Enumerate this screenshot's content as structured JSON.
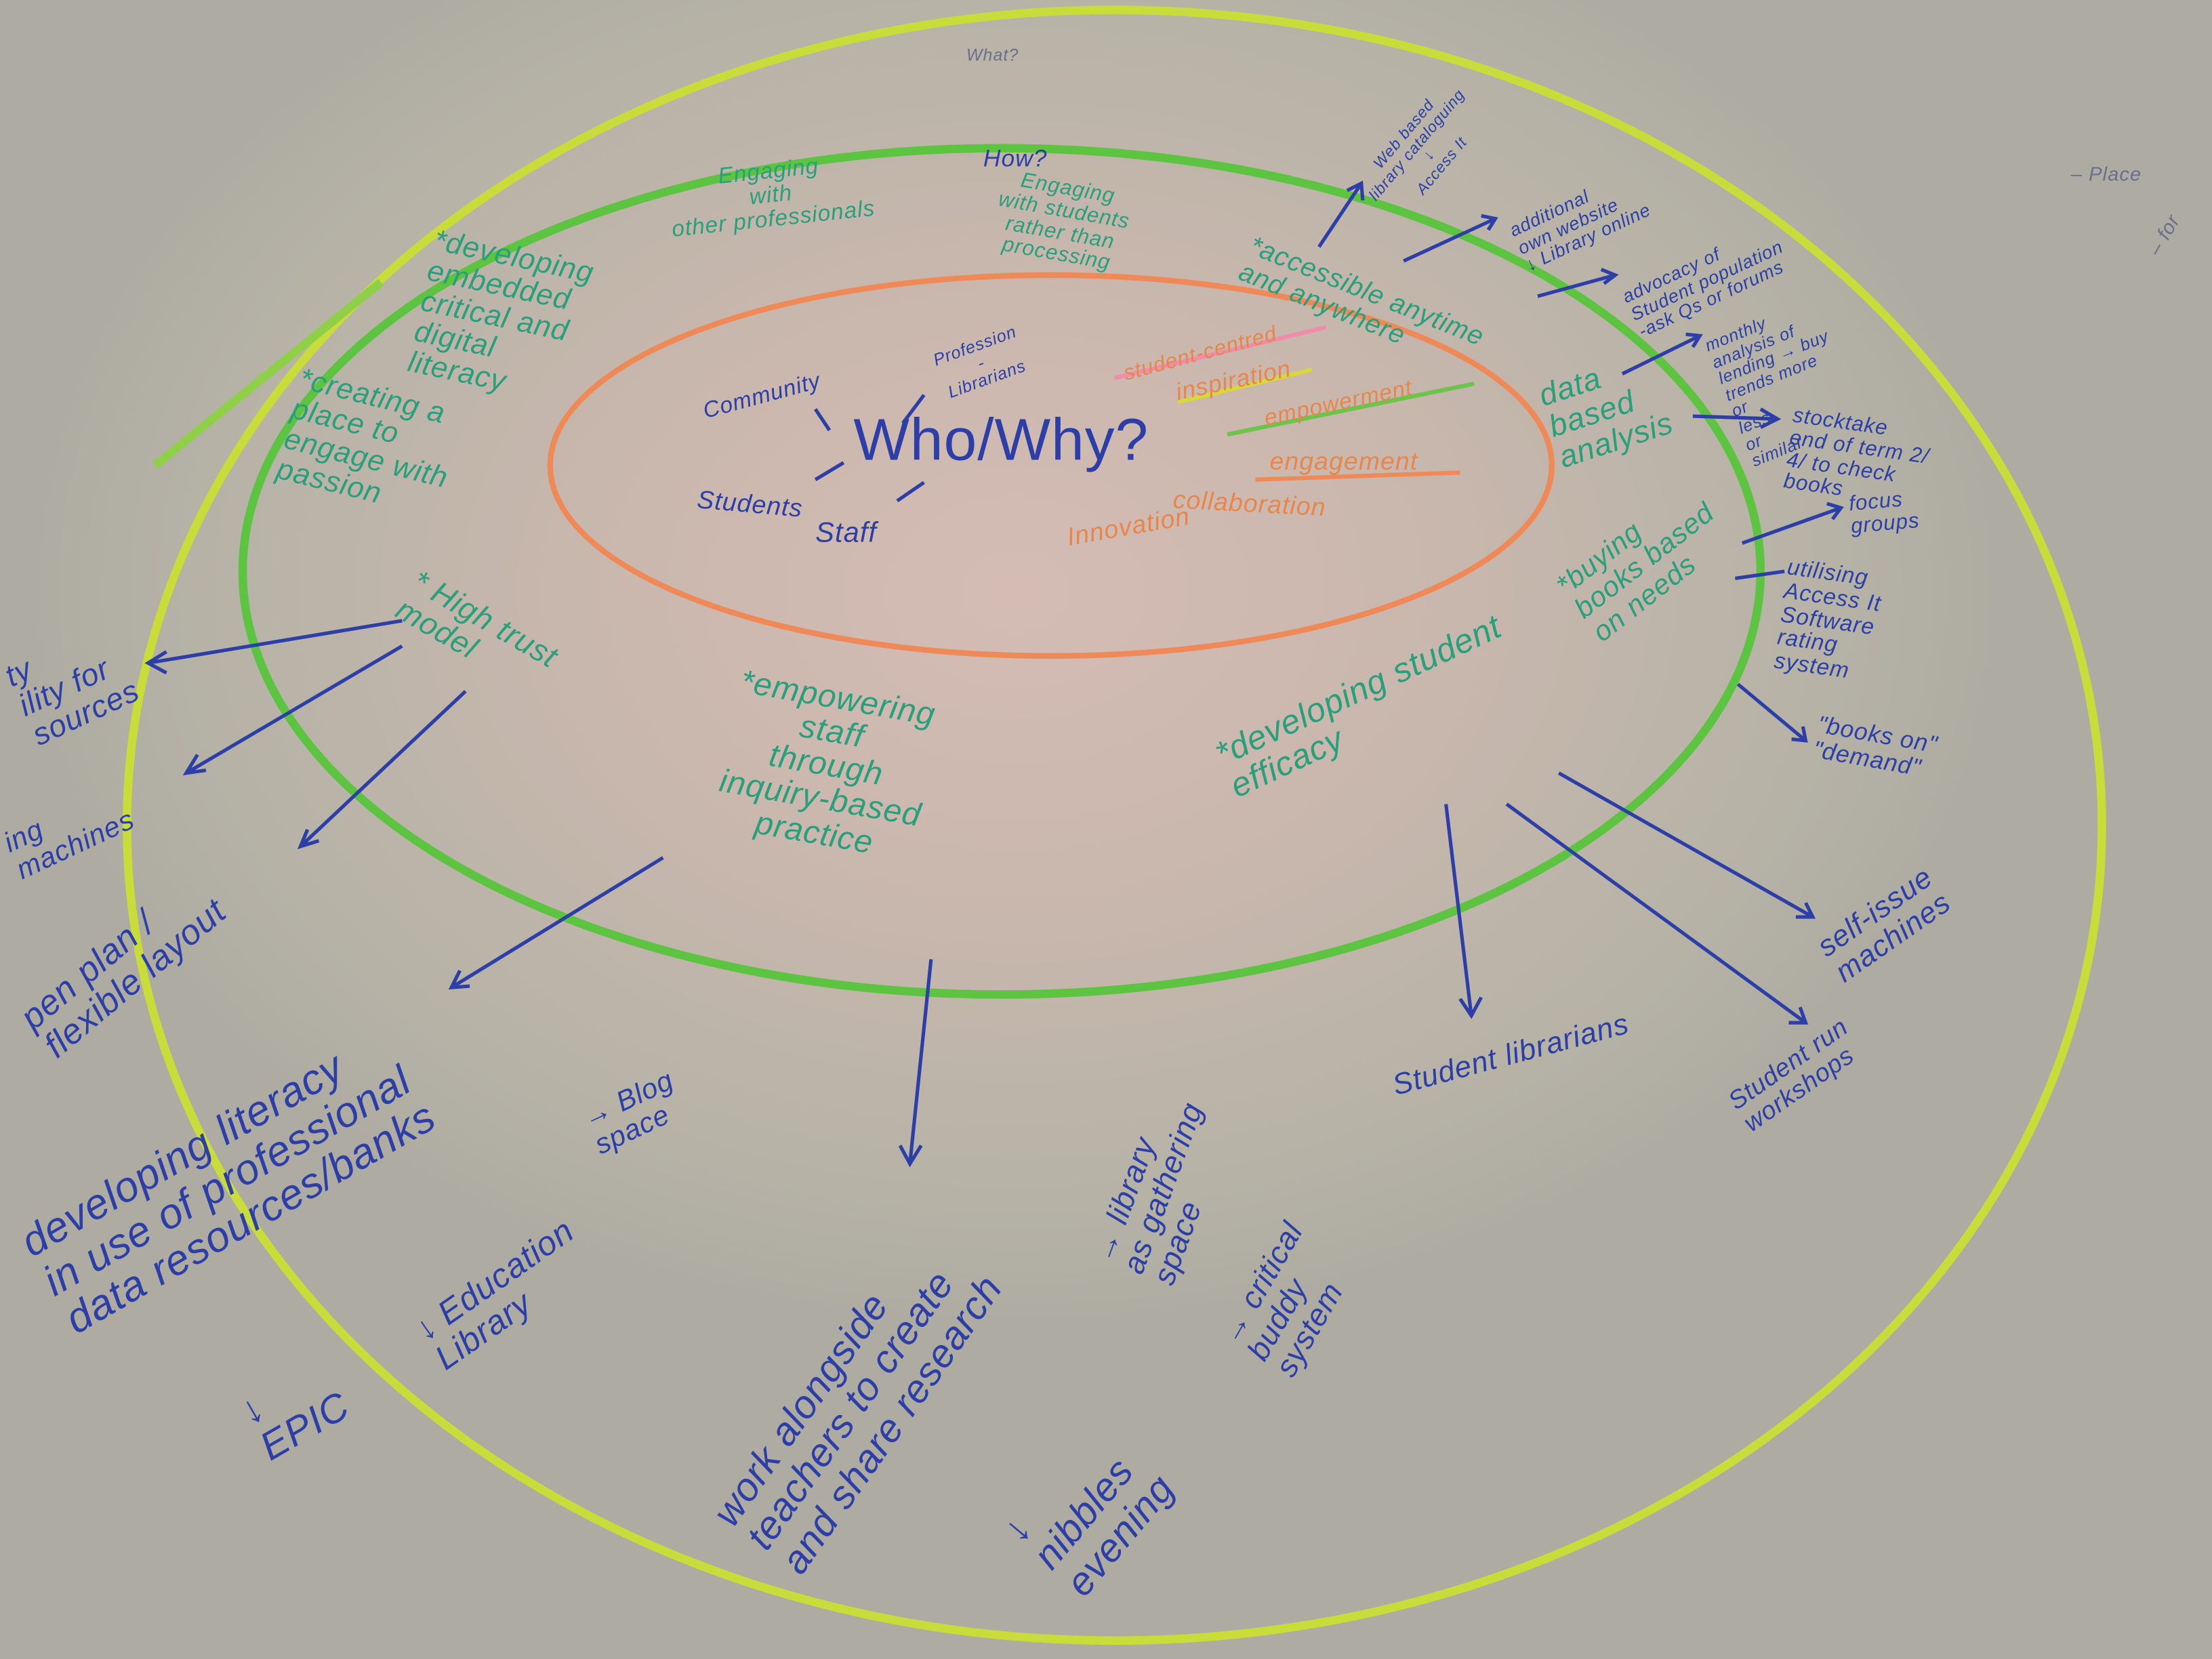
{
  "colors": {
    "paper": "#b5b1a5",
    "blue_ink": "#2d3fa6",
    "teal_ink": "#2a9f7c",
    "orange_ink": "#e8864c",
    "green_ring": "#5cc440",
    "yellow_ring": "#c8dc3a"
  },
  "top": {
    "what": "What?",
    "place": "– Place",
    "for": "– for"
  },
  "how": {
    "title": "How?",
    "engaging_professionals": "Engaging\nwith\nother professionals",
    "engaging_students": "Engaging\nwith students\nrather than\nprocessing",
    "critical_literacy": "*developing\nembedded\ncritical and\ndigital\nliteracy",
    "place_passion": "*creating a\nplace to\nengage with\npassion",
    "accessible": "*accessible anytime\nand anywhere",
    "data_analysis": "data\nbased\nanalysis",
    "buying_books": "*buying\nbooks based\non needs",
    "student_efficacy": "*developing student\nefficacy",
    "empowering_staff": "*empowering\nstaff\nthrough\ninquiry-based\npractice",
    "high_trust": "* High trust\nmodel"
  },
  "who": {
    "title": "Who/Why?",
    "community": "Community",
    "profession": "Profession\n-\nLibrarians",
    "students": "Students",
    "staff": "Staff"
  },
  "values": {
    "student_centred": "student-centred",
    "inspiration": "inspiration",
    "empowerment": "empowerment",
    "engagement": "engagement",
    "innovation": "Innovation",
    "collaboration": "collaboration"
  },
  "what": {
    "web_catalogue": "Web based\nlibrary cataloguing\n↓\nAccess It",
    "website": "additional\nown website\n↓ Library online",
    "advocacy": "advocacy of\nStudent population\n-ask Qs or forums",
    "lending": "monthly\nanalysis of\nlending → buy\ntrends    more\n          or\n          less\n          or\n          similar",
    "stocktake": "stocktake\nend of term 2/\n4/ to check\nbooks",
    "focus_groups": "focus\ngroups",
    "rating": "utilising\nAccess It\nSoftware\nrating\nsystem",
    "on_demand": "\"books on\"\n\"demand\"",
    "self_issue": "self-issue\nmachines",
    "student_librarians": "Student librarians",
    "workshops": "Student run\nworkshops",
    "accessibility": "ty\nility for\nsources",
    "machines": "ing\nmachines",
    "open_plan": "pen plan /\nflexible layout",
    "literacy": "developing literacy\nin use of professional\ndata resources/banks",
    "blog": "→ Blog\nspace",
    "education_library": "↓ Education\nLibrary",
    "epic": "↓\nEPIC",
    "work_alongside": "work alongside\nteachers to create\nand share research",
    "gathering": "→ library\nas gathering\nspace",
    "buddy": "→ critical\nbuddy\nsystem",
    "nibbles": "↓\nnibbles\nevening"
  }
}
